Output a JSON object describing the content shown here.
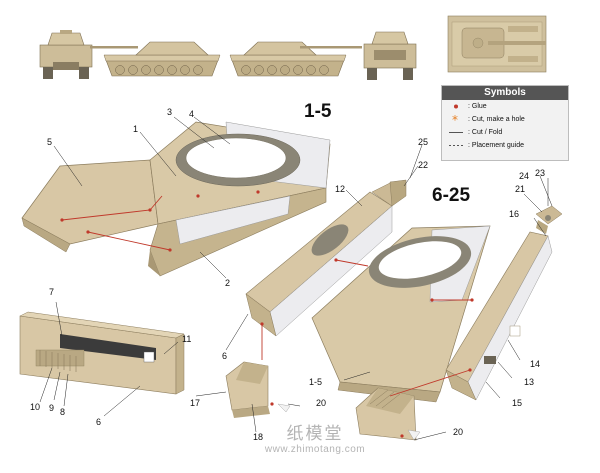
{
  "steps": {
    "group_a": "1-5",
    "group_b": "6-25"
  },
  "symbols": {
    "title": "Symbols",
    "glue": ": Glue",
    "cut_hole": ": Cut, make a hole",
    "cut_fold": ": Cut / Fold",
    "placement": ": Placement guide"
  },
  "callouts": {
    "p1": "1",
    "p2": "2",
    "p3": "3",
    "p4": "4",
    "p5": "5",
    "p6a": "6",
    "p6b": "6",
    "p7": "7",
    "p8": "8",
    "p9": "9",
    "p10": "10",
    "p11": "11",
    "p12": "12",
    "p13": "13",
    "p14": "14",
    "p15": "15",
    "p16": "16",
    "p17": "17",
    "p18": "18",
    "p20a": "20",
    "p20b": "20",
    "p21": "21",
    "p22": "22",
    "p23": "23",
    "p24": "24",
    "p25": "25",
    "p15ref": "1-5"
  },
  "watermark": {
    "main": "纸模堂",
    "url": "www.zhimotang.com"
  },
  "colors": {
    "tan": "#d8c7a5",
    "tan_dark": "#b7a583",
    "tan_side": "#c9b892",
    "gray_inner": "#e9e9ec",
    "turret_ring": "#8a8576",
    "leader": "#222222",
    "glue_line": "#c0392b",
    "glue_dot": "#c0392b",
    "hole_star": "#e67e22"
  }
}
